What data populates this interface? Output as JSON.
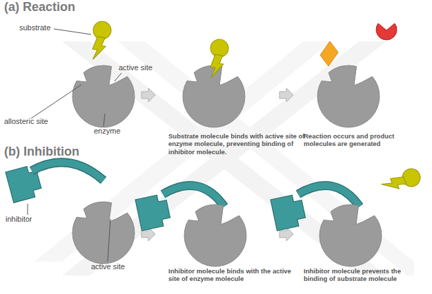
{
  "diagram": {
    "labels": [
      "(a) Reaction",
      "substrate",
      "active site",
      "allosteric site",
      "enzyme",
      "Substrate molecule binds with active site of enzyme molecule, preventing binding of inhibitor molecule.",
      "Reaction occurs and product molecules are generated",
      "(b) Inhibition",
      "inhibitor",
      "active site",
      "Inhibitor molecule binds with the active site of enzyme molecule",
      "Inhibitor molecule prevents the binding of substrate molecule"
    ]
  }
}
